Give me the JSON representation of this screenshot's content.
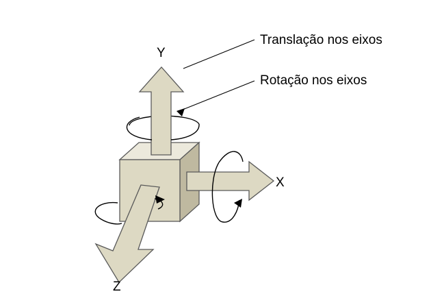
{
  "labels": {
    "y_axis": "Y",
    "x_axis": "X",
    "z_axis": "Z",
    "translation": "Translação nos eixos",
    "rotation": "Rotação nos eixos"
  },
  "colors": {
    "shape_fill": "#ddd9c3",
    "shape_top": "#ece9dc",
    "shape_side": "#bfb9a0",
    "outline": "#5a5a5a",
    "line": "#000000"
  }
}
